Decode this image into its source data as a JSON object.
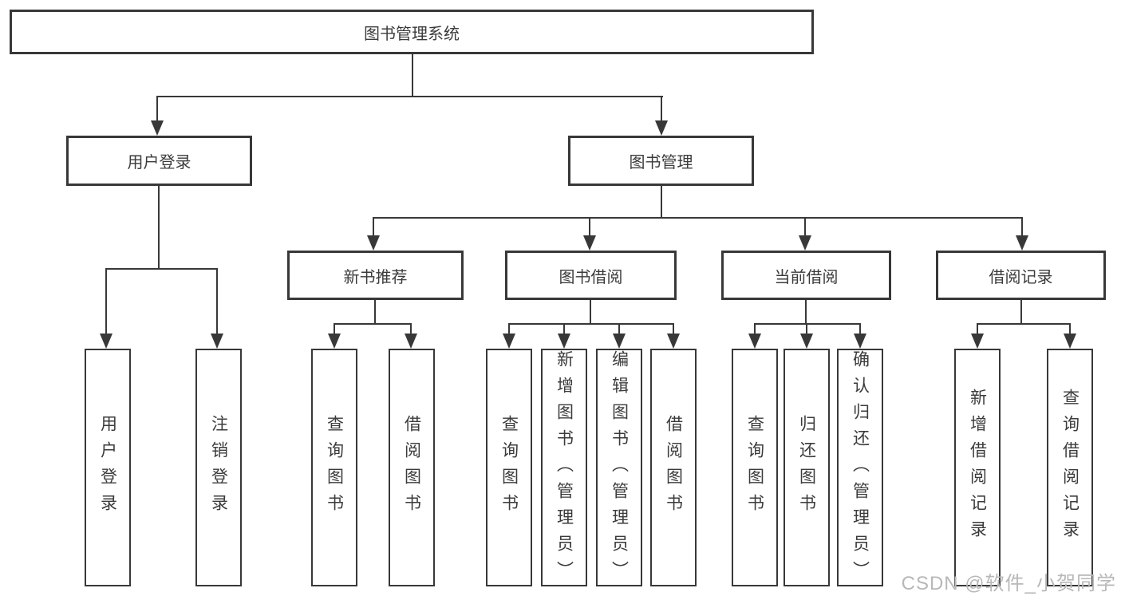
{
  "diagram": {
    "type": "hierarchy-tree",
    "colors": {
      "line": "#383838",
      "text": "#3b3b3b",
      "background": "#ffffff",
      "watermark": "#b8b8b8"
    }
  },
  "tree": {
    "root": "图书管理系统",
    "children": [
      {
        "label": "用户登录",
        "children": [
          "用户登录",
          "注销登录"
        ]
      },
      {
        "label": "图书管理",
        "children": [
          {
            "label": "新书推荐",
            "children": [
              "查询图书",
              "借阅图书"
            ]
          },
          {
            "label": "图书借阅",
            "children": [
              "查询图书",
              "新增图书（管理员）",
              "编辑图书（管理员）",
              "借阅图书"
            ]
          },
          {
            "label": "当前借阅",
            "children": [
              "查询图书",
              "归还图书",
              "确认归还（管理员）"
            ]
          },
          {
            "label": "借阅记录",
            "children": [
              "新增借阅记录",
              "查询借阅记录"
            ]
          }
        ]
      }
    ]
  },
  "watermark": {
    "text": "CSDN @软件_小贺同学"
  }
}
